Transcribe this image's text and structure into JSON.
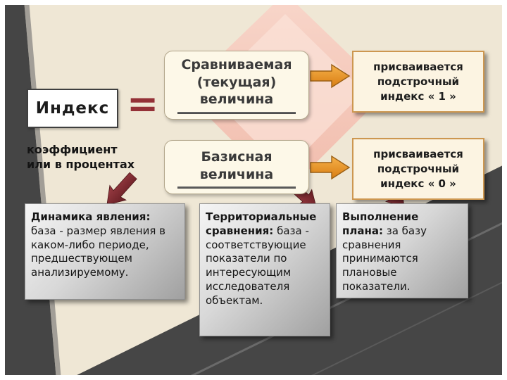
{
  "slide": {
    "index_label": "Индекс",
    "equals_sign": "=",
    "coefficient_note": "коэффициент\nили в процентах",
    "compared_value": "Сравниваемая\n(текущая)\nвеличина",
    "base_value": "Базисная\nвеличина",
    "assign_index_1": "присваивается\nподстрочный\nиндекс « 1 »",
    "assign_index_0": "присваивается\nподстрочный\nиндекс « 0 »",
    "categories": [
      {
        "title": "Динамика явления:",
        "body": "база - размер явления в каком-либо периоде, предшествующем анализируемому."
      },
      {
        "title": "Территориальные сравнения:",
        "body": "база - соответствующие показатели по интересующим исследователя объектам."
      },
      {
        "title": "Выполнение плана:",
        "body": "за базу сравнения принимаются плановые показатели."
      }
    ]
  },
  "colors": {
    "background": "#efe7d5",
    "dark_gray": "#464646",
    "salmon_diamond": "#f5c9bb",
    "maroon_arrow": "#8a2f36",
    "orange_arrow": "#ef9d2d",
    "box_cream": "#fdf8e8",
    "right_box_border": "#cd9750"
  }
}
